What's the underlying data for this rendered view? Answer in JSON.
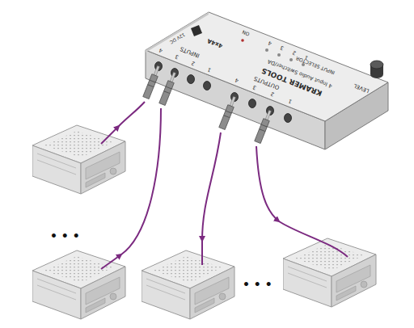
{
  "diagram": {
    "nodes": [
      {
        "text": [
          "KRAMER TOOLS",
          "4 Input Audio Switcher/DA",
          "LEVEL",
          "INPUT SELECTOR",
          "1",
          "2",
          "3",
          "4",
          "ON",
          "12V DC",
          "4x4A",
          "OUTPUTS",
          "1",
          "2",
          "3",
          "4",
          "INPUTS",
          "1",
          "2",
          "3",
          "4"
        ]
      }
    ],
    "labels": [
      "• • •",
      "• • •"
    ]
  }
}
